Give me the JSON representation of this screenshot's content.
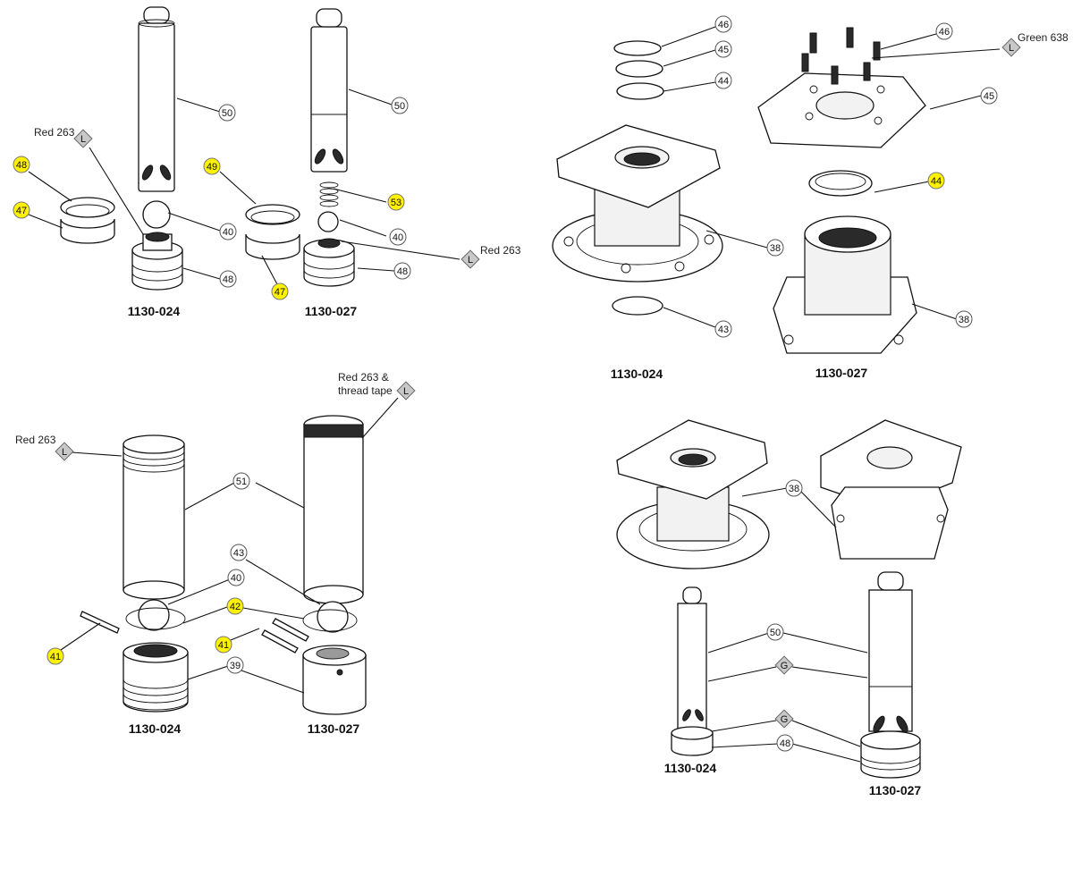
{
  "colors": {
    "highlight": "#fff200",
    "diamond": "#c8c8c8",
    "line": "#111111"
  },
  "captions": {
    "tl_024": "1130-024",
    "tl_027": "1130-027",
    "tr_024": "1130-024",
    "tr_027": "1130-027",
    "bl_024": "1130-024",
    "bl_027": "1130-027",
    "br_024": "1130-024",
    "br_027": "1130-027"
  },
  "notes": {
    "tl_red": "Red 263",
    "tl_red2": "Red 263",
    "tr_green": "Green 638",
    "bl_red": "Red 263",
    "bl_red_tape_1": "Red 263 &",
    "bl_red_tape_2": "thread tape"
  },
  "diamonds": {
    "L": "L",
    "G": "G"
  },
  "callouts": {
    "tl": {
      "c48a": "48",
      "c47a": "47",
      "c50a": "50",
      "c40a": "40",
      "c48b": "48",
      "c49": "49",
      "c47b": "47",
      "c50b": "50",
      "c53": "53",
      "c40b": "40",
      "c48c": "48"
    },
    "tr": {
      "c46a": "46",
      "c45a": "45",
      "c44a": "44",
      "c38a": "38",
      "c43": "43",
      "c46b": "46",
      "c45b": "45",
      "c44b": "44",
      "c38b": "38"
    },
    "bl": {
      "c51": "51",
      "c40": "40",
      "c43": "43",
      "c42": "42",
      "c41a": "41",
      "c41b": "41",
      "c39": "39"
    },
    "br": {
      "c38": "38",
      "c50": "50",
      "cG1": "G",
      "cG2": "G",
      "c48": "48"
    }
  }
}
